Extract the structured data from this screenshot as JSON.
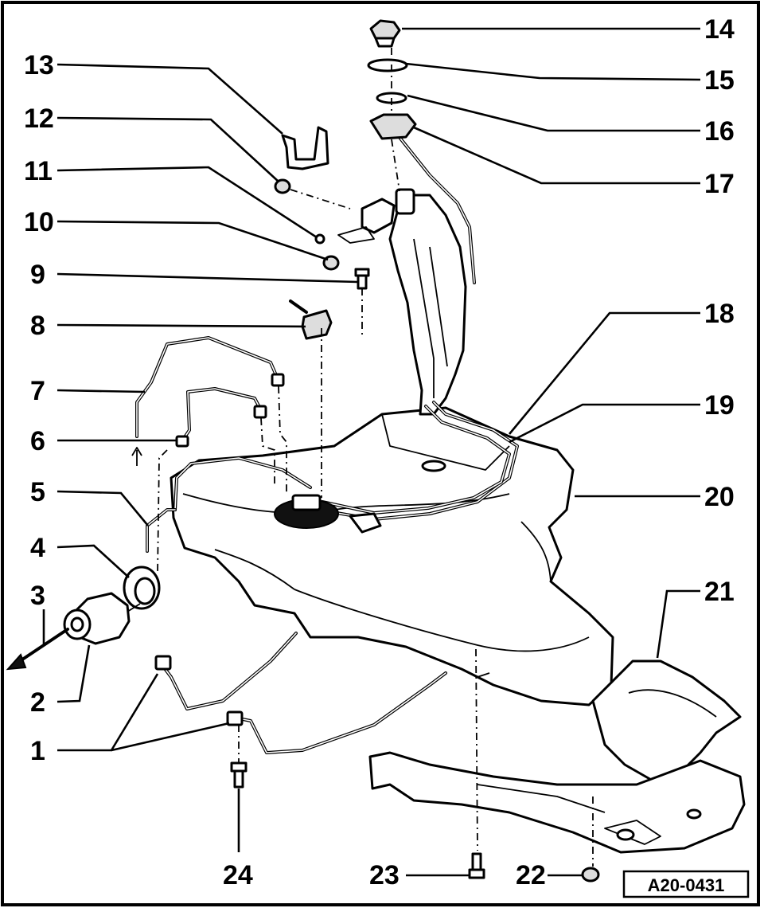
{
  "callouts": {
    "c1": "1",
    "c2": "2",
    "c3": "3",
    "c4": "4",
    "c5": "5",
    "c6": "6",
    "c7": "7",
    "c8": "8",
    "c9": "9",
    "c10": "10",
    "c11": "11",
    "c12": "12",
    "c13": "13",
    "c14": "14",
    "c15": "15",
    "c16": "16",
    "c17": "17",
    "c18": "18",
    "c19": "19",
    "c20": "20",
    "c21": "21",
    "c22": "22",
    "c23": "23",
    "c24": "24"
  },
  "reference_code": "A20-0431"
}
